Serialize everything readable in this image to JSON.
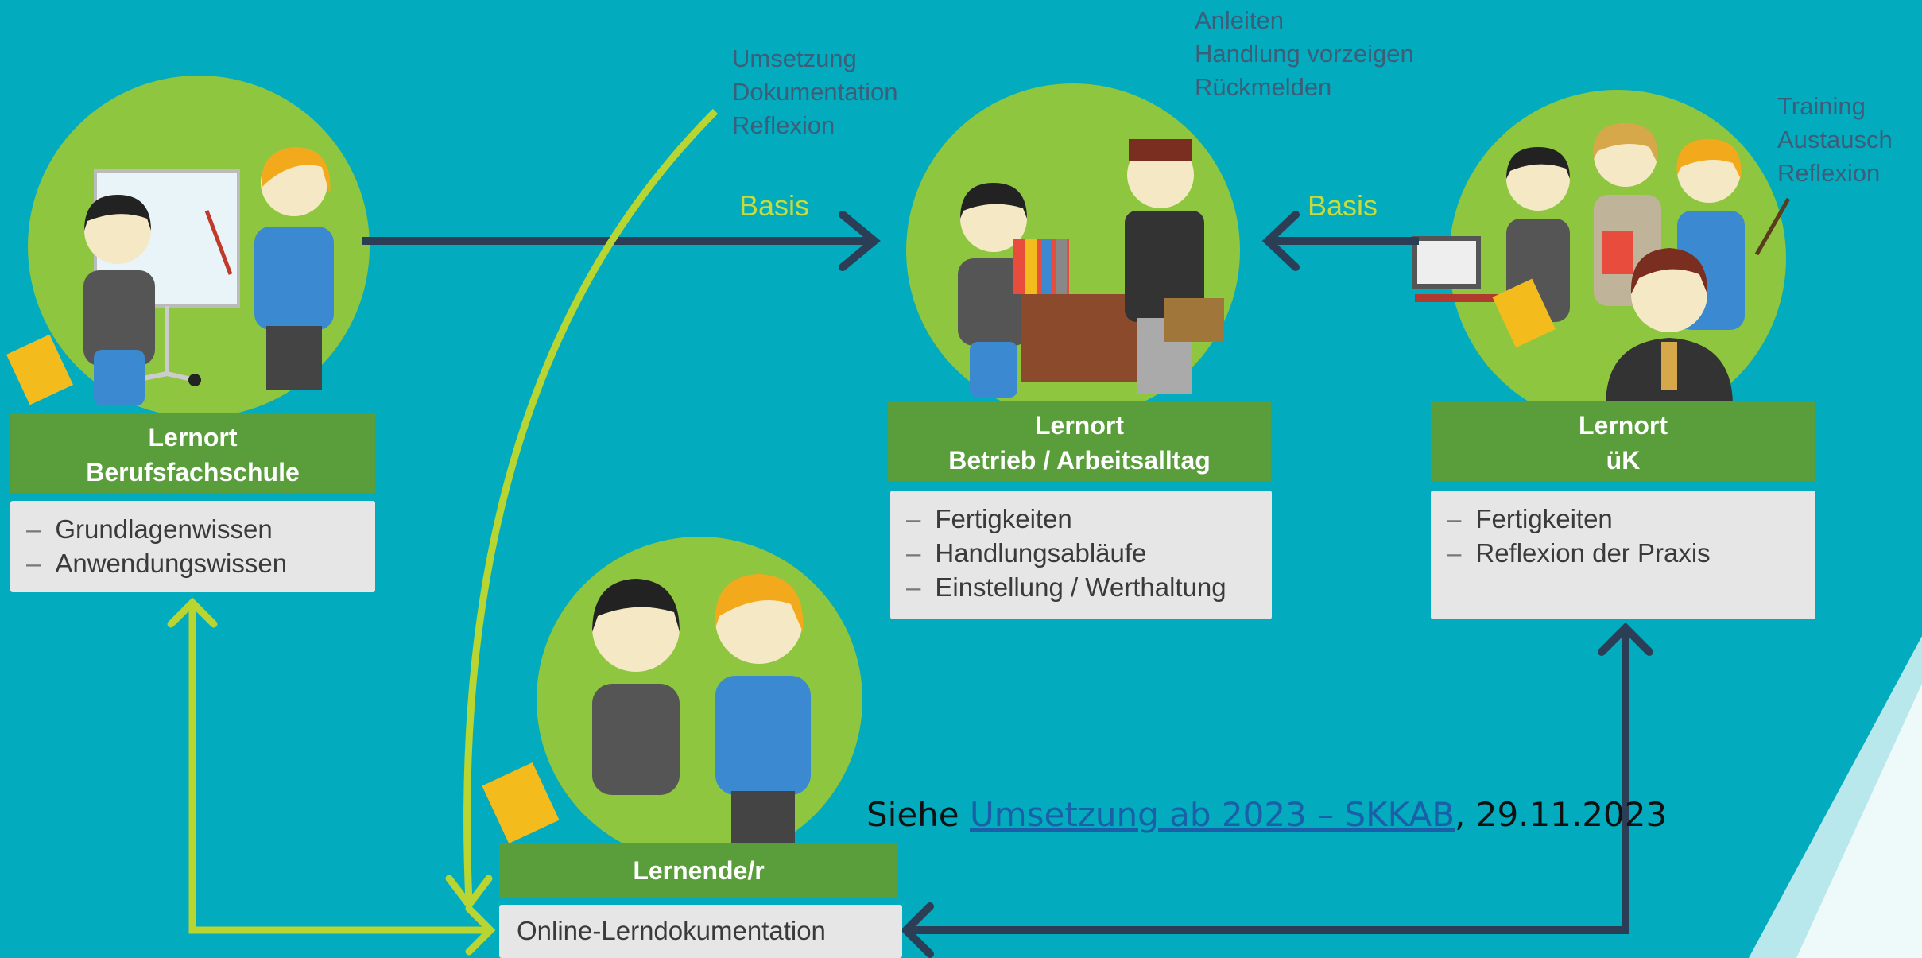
{
  "locations": {
    "berufsfachschule": {
      "line1": "Lernort",
      "line2": "Berufsfachschule",
      "items": [
        "Grundlagenwissen",
        "Anwendungswissen"
      ]
    },
    "betrieb": {
      "line1": "Lernort",
      "line2": "Betrieb / Arbeitsalltag",
      "items": [
        "Fertigkeiten",
        "Handlungsabläufe",
        "Einstellung / Werthaltung"
      ]
    },
    "uek": {
      "line1": "Lernort",
      "line2": "üK",
      "items": [
        "Fertigkeiten",
        "Reflexion der Praxis"
      ]
    },
    "lernende": {
      "line1": "Lernende/r",
      "doc": "Online-Lerndokumentation"
    }
  },
  "notes": {
    "betrieb_top": [
      "Anleiten",
      "Handlung vorzeigen",
      "Rückmelden"
    ],
    "middle": [
      "Umsetzung",
      "Dokumentation",
      "Reflexion"
    ],
    "right": [
      "Training",
      "Austausch",
      "Reflexion"
    ]
  },
  "arrows": {
    "basis_left": "Basis",
    "basis_right": "Basis"
  },
  "caption": {
    "prefix": "Siehe ",
    "link": "Umsetzung ab 2023 – SKKAB",
    "suffix": ", 29.11.2023"
  },
  "colors": {
    "background": "#03abbe",
    "circle": "#8ec63f",
    "label": "#5a9e3c",
    "arrow_dark": "#2b3e56",
    "arrow_green": "#b8d531",
    "text_note": "#3d5e78"
  }
}
